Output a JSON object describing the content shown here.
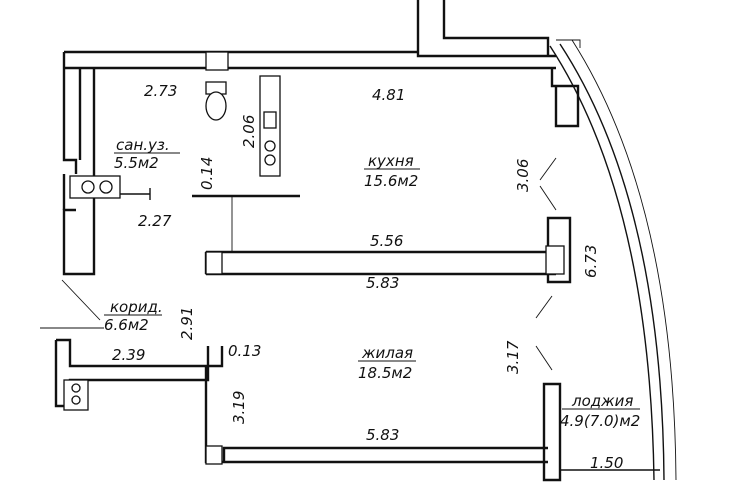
{
  "rooms": {
    "bathroom": {
      "name": "сан.уз.",
      "area": "5.5м2"
    },
    "kitchen": {
      "name": "кухня",
      "area": "15.6м2"
    },
    "corridor": {
      "name": "корид.",
      "area": "6.6м2"
    },
    "living": {
      "name": "жилая",
      "area": "18.5м2"
    },
    "loggia": {
      "name": "лоджия",
      "area": "4.9(7.0)м2"
    }
  },
  "dimensions": {
    "bath_width_top": "2.73",
    "kitchen_width_top": "4.81",
    "bath_height": "2.06",
    "wall_thickness_a": "0.14",
    "bath_inner": "2.27",
    "kitchen_right_height": "3.06",
    "kitchen_bottom_width": "5.56",
    "living_top_width": "5.83",
    "outer_right_height": "6.73",
    "corridor_height": "2.91",
    "corridor_width": "2.39",
    "wall_thickness_b": "0.13",
    "living_right_height": "3.17",
    "living_left_height": "3.19",
    "living_bottom_width": "5.83",
    "loggia_width": "1.50"
  }
}
